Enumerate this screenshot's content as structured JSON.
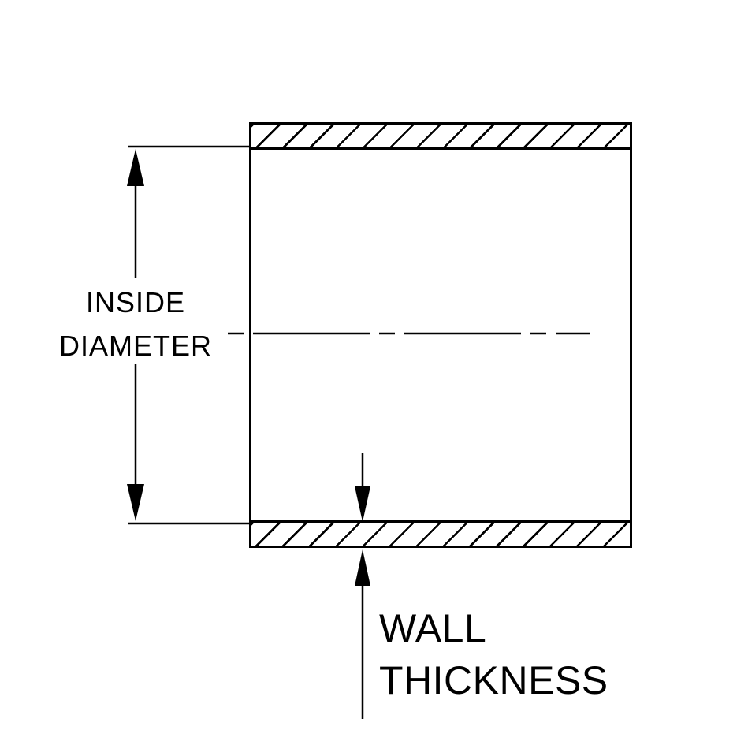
{
  "diagram": {
    "title": "Tube cross-section dimension diagram",
    "labels": {
      "inside_diameter_line1": "INSIDE",
      "inside_diameter_line2": "DIAMETER",
      "wall_thickness_line1": "WALL",
      "wall_thickness_line2": "THICKNESS"
    },
    "colors": {
      "line": "#000000",
      "background": "#ffffff"
    }
  }
}
